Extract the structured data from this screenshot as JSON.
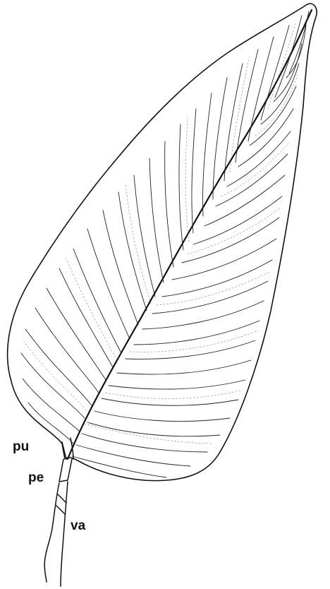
{
  "figure": {
    "labels": {
      "pu": "pu",
      "pe": "pe",
      "va": "va"
    }
  }
}
